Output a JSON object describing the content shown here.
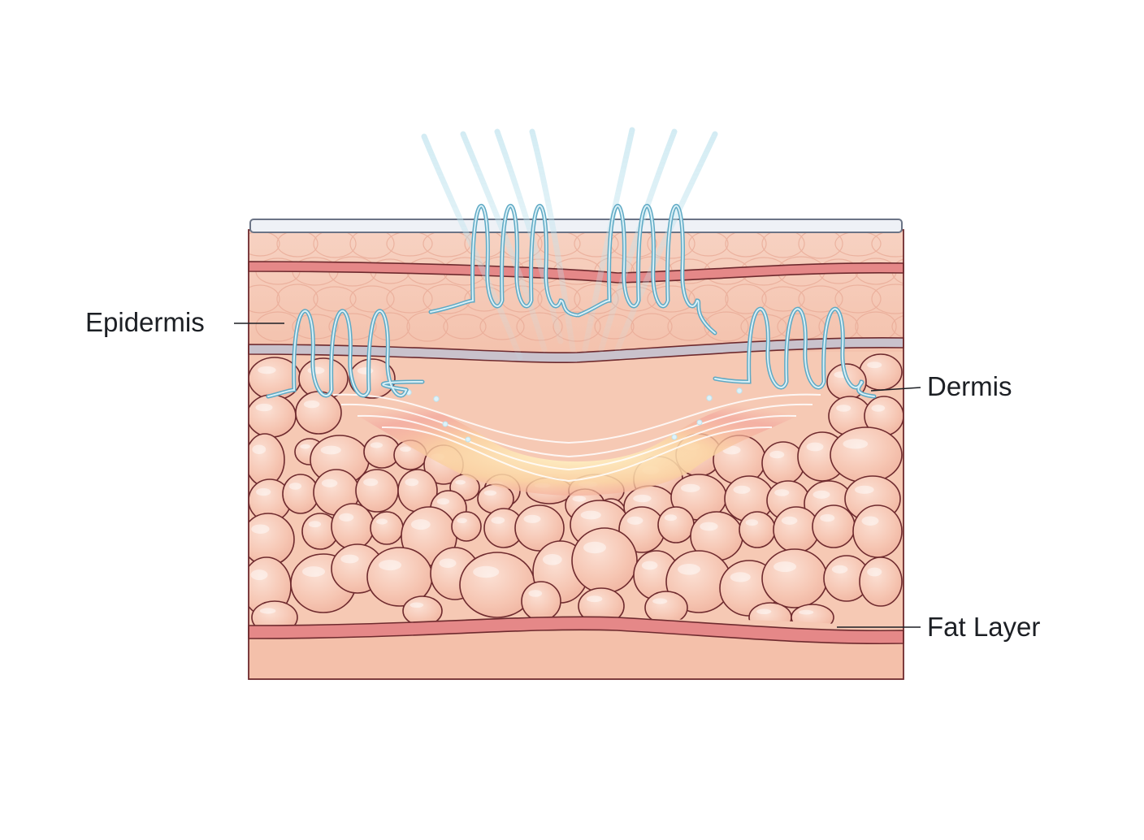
{
  "labels": {
    "epidermis": "Epidermis",
    "dermis": "Dermis",
    "fat_layer": "Fat Layer"
  },
  "colors": {
    "outline": "#6e2a2e",
    "skin_base": "#f6c9b4",
    "skin_light": "#f9d6c6",
    "cell_fill": "#f7c5b2",
    "band_red": "#e58888",
    "band_gray": "#c9c2cc",
    "surface_plate": "#eef1f6",
    "wave": "#8ecbe0",
    "heat_core": "#fde9b8",
    "heat_edge": "#f2888a",
    "label_text": "#1c1f24"
  },
  "icons": {
    "wave": "ultrasound-wave-icon",
    "heat": "heat-zone-icon"
  }
}
